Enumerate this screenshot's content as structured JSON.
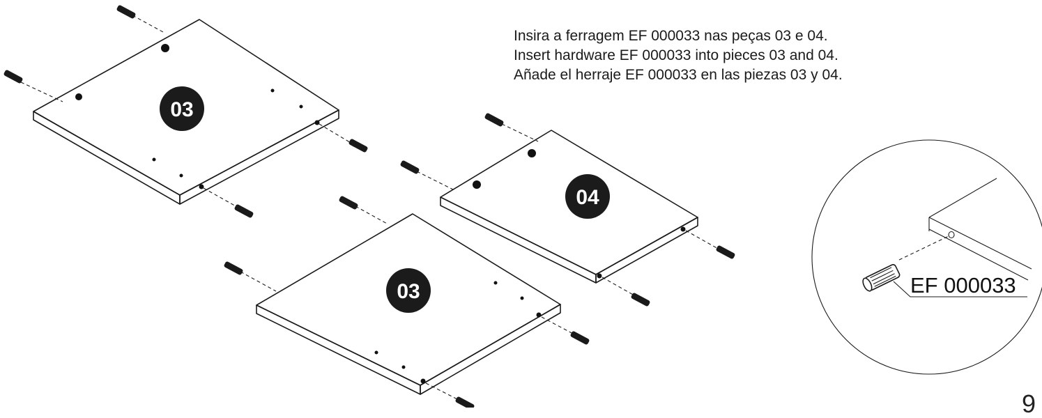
{
  "instructions": {
    "line_pt": "Insira a ferragem EF 000033 nas peças 03 e 04.",
    "line_en": "Insert hardware EF 000033 into pieces 03 and 04.",
    "line_es": "Añade el herraje EF 000033 en las piezas 03 y 04."
  },
  "pieces": {
    "top_left_label": "03",
    "right_label": "04",
    "bottom_label": "03"
  },
  "detail": {
    "hardware_code": "EF 000033"
  },
  "page_number": "9",
  "colors": {
    "badge": "#1b1b1b",
    "line": "#1a1a1a"
  }
}
